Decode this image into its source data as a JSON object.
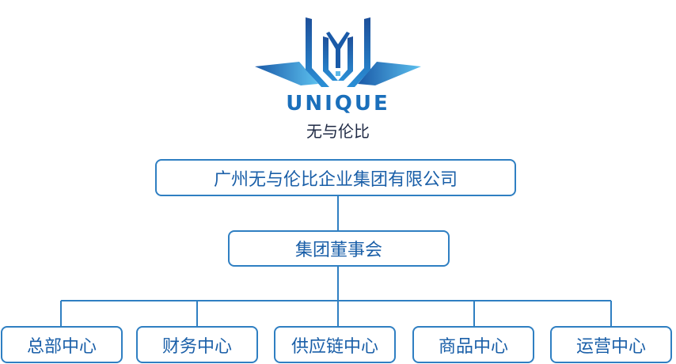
{
  "brand": {
    "name_en": "UNIQUE",
    "name_cn": "无与伦比",
    "colors": {
      "primary": "#1a6fbb",
      "accent": "#5cb8e8",
      "line": "#2f7fc2"
    }
  },
  "org": {
    "root": "广州无与伦比企业集团有限公司",
    "board": "集团董事会",
    "departments": [
      "总部中心",
      "财务中心",
      "供应链中心",
      "商品中心",
      "运营中心"
    ]
  }
}
